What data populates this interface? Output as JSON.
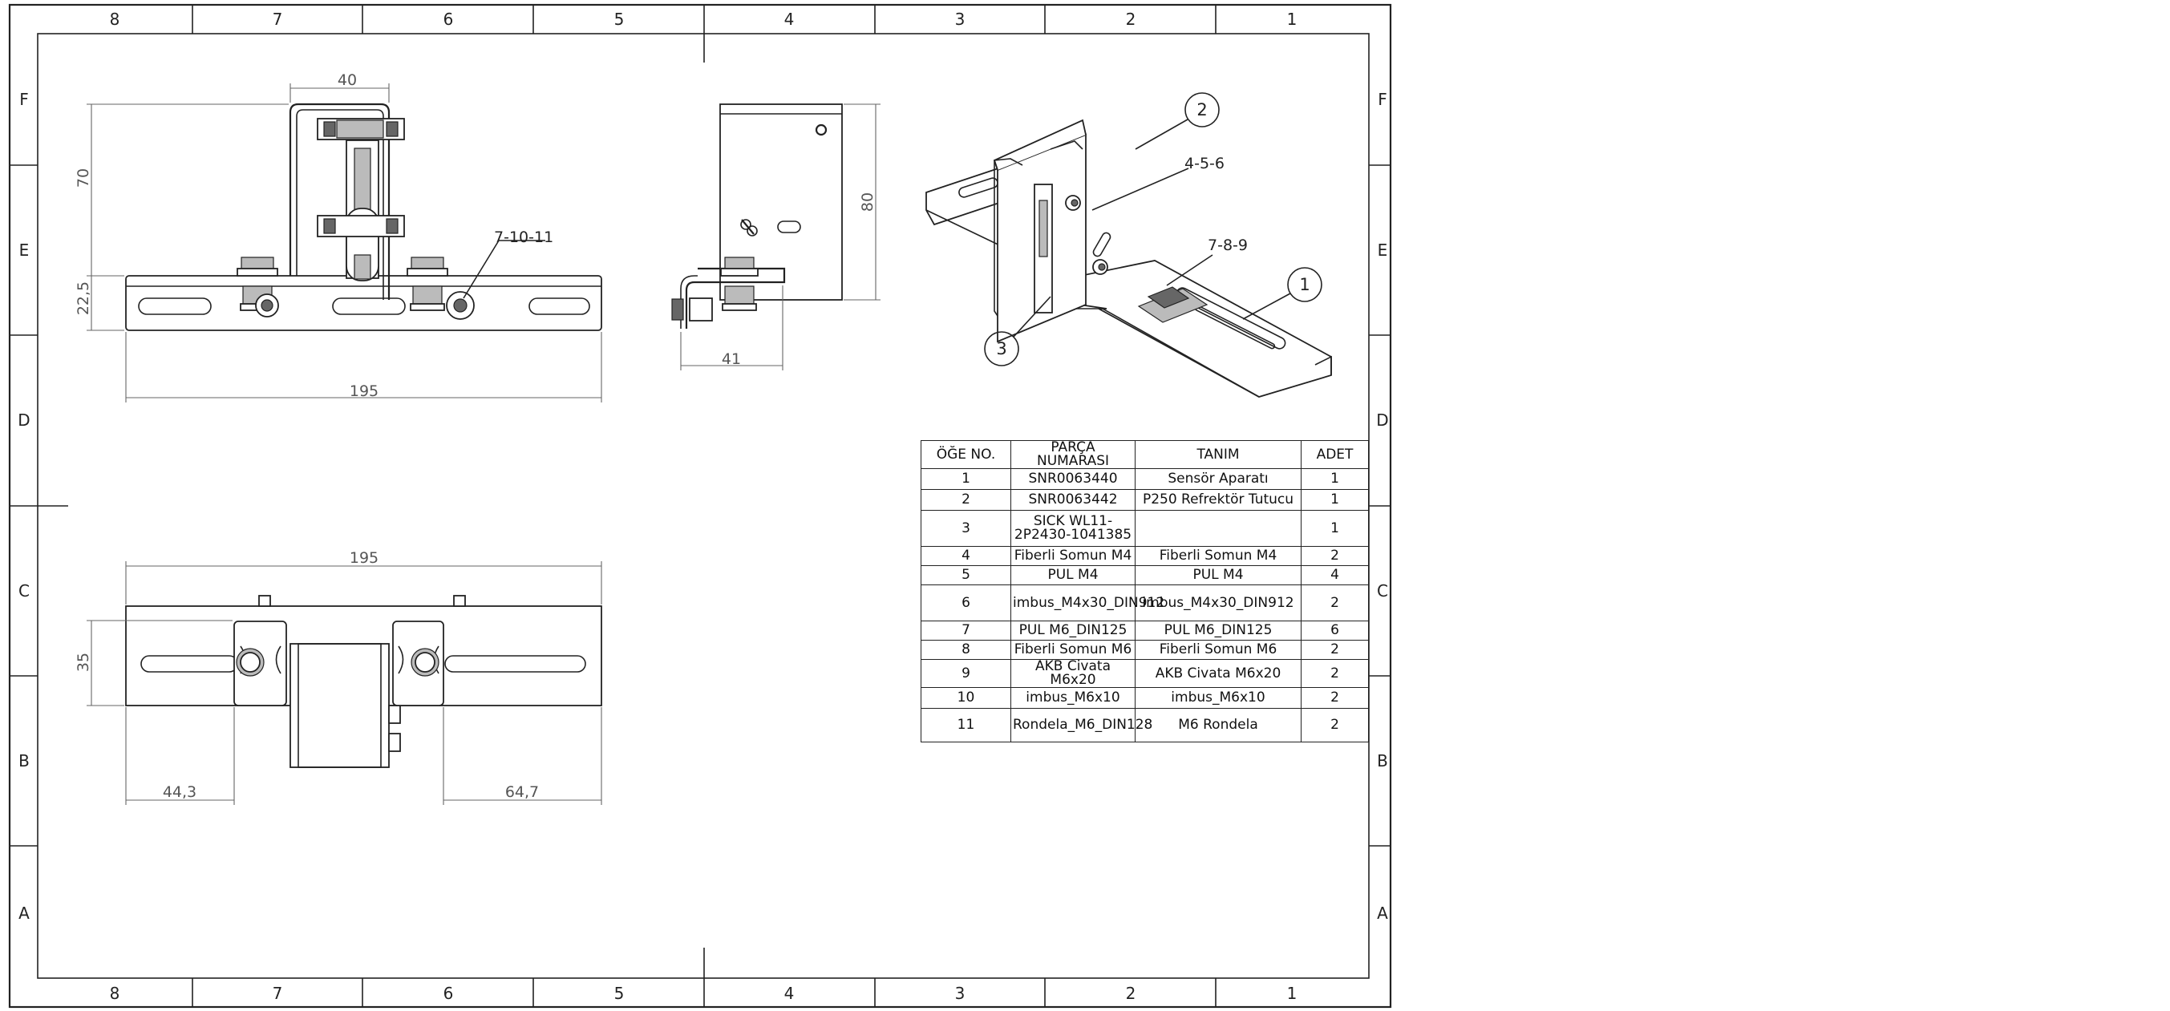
{
  "sheet": {
    "zone_columns": [
      "8",
      "7",
      "6",
      "5",
      "4",
      "3",
      "2",
      "1"
    ],
    "zone_rows": [
      "F",
      "E",
      "D",
      "C",
      "B",
      "A"
    ]
  },
  "views": {
    "front": {
      "dims": {
        "width_top": "40",
        "height": "70",
        "base_height": "22,5",
        "length": "195"
      },
      "callout": "7-10-11"
    },
    "side": {
      "dims": {
        "height": "80",
        "depth": "41"
      }
    },
    "top": {
      "dims": {
        "length": "195",
        "depth": "35",
        "left_offset": "44,3",
        "right_offset": "64,7"
      }
    },
    "iso": {
      "balloons": [
        "2",
        "1",
        "3"
      ],
      "callouts": [
        "4-5-6",
        "7-8-9"
      ]
    }
  },
  "bom": {
    "headers": [
      "ÖĞE NO.",
      "PARÇA NUMARASI",
      "TANIM",
      "ADET"
    ],
    "rows": [
      {
        "no": "1",
        "part": "SNR0063440",
        "desc": "Sensör Aparatı",
        "qty": "1"
      },
      {
        "no": "2",
        "part": "SNR0063442",
        "desc": "P250 Refrektör Tutucu",
        "qty": "1"
      },
      {
        "no": "3",
        "part": "SICK WL11-2P2430-1041385",
        "desc": "",
        "qty": "1"
      },
      {
        "no": "4",
        "part": "Fiberli Somun M4",
        "desc": "Fiberli Somun M4",
        "qty": "2"
      },
      {
        "no": "5",
        "part": "PUL M4",
        "desc": "PUL M4",
        "qty": "4"
      },
      {
        "no": "6",
        "part": "imbus_M4x30_DIN912",
        "desc": "imbus_M4x30_DIN912",
        "qty": "2"
      },
      {
        "no": "7",
        "part": "PUL M6_DIN125",
        "desc": "PUL M6_DIN125",
        "qty": "6"
      },
      {
        "no": "8",
        "part": "Fiberli Somun M6",
        "desc": "Fiberli Somun M6",
        "qty": "2"
      },
      {
        "no": "9",
        "part": "AKB Civata M6x20",
        "desc": "AKB Civata M6x20",
        "qty": "2"
      },
      {
        "no": "10",
        "part": "imbus_M6x10",
        "desc": "imbus_M6x10",
        "qty": "2"
      },
      {
        "no": "11",
        "part": "Rondela_M6_DIN128",
        "desc": "M6 Rondela",
        "qty": "2"
      }
    ]
  }
}
